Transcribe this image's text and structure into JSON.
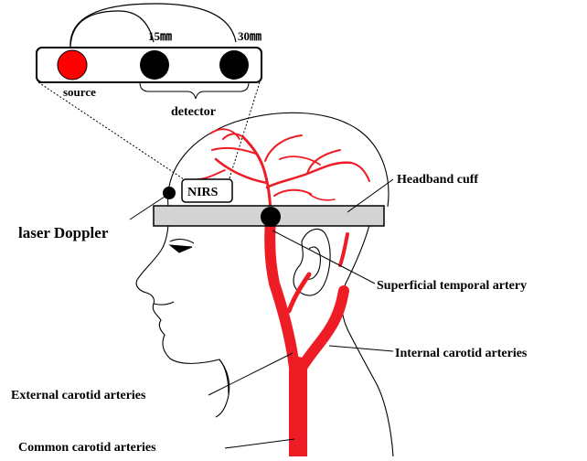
{
  "probe": {
    "distance_near": "15㎜",
    "distance_far": "30㎜",
    "source_label": "source",
    "detector_label": "detector",
    "source_color": "#ff0000",
    "detector_color": "#000000"
  },
  "labels": {
    "nirs": "NIRS",
    "laser_doppler": "laser Doppler",
    "headband_cuff": "Headband cuff",
    "superficial_temporal_artery": "Superficial temporal artery",
    "internal_carotid": "Internal carotid arteries",
    "external_carotid": "External carotid arteries",
    "common_carotid": "Common carotid arteries"
  },
  "colors": {
    "artery": "#ee1c24",
    "cuff_fill": "#d3d3d3",
    "outline": "#000000"
  }
}
